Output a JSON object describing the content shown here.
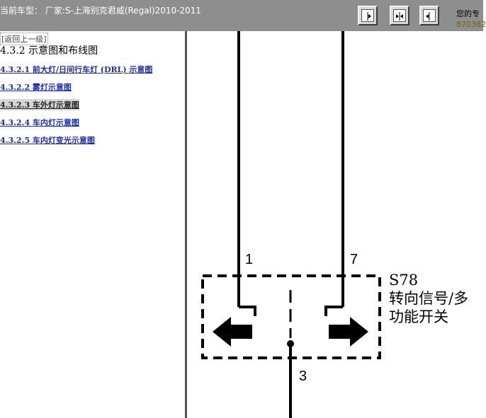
{
  "header": {
    "car_title": "当前车型： 厂家:S-上海别克君威(Regal)2010-2011",
    "expert_line1": "您的专",
    "expert_line2": "870382"
  },
  "toolbar": {
    "buttons": [
      {
        "icon": "pane-collapse-left-icon"
      },
      {
        "icon": "pane-expand-icon"
      },
      {
        "icon": "pane-collapse-right-icon"
      }
    ]
  },
  "sidebar": {
    "back_label": "[返回上一级]",
    "section_title": "4.3.2 示意图和布线图",
    "items": [
      {
        "label": "4.3.2.1 前大灯/日间行车灯 (DRL) 示意图",
        "active": false
      },
      {
        "label": "4.3.2.2 雾灯示意图",
        "active": false
      },
      {
        "label": "4.3.2.3 车外灯示意图",
        "active": true
      },
      {
        "label": "4.3.2.4 车内灯示意图",
        "active": false
      },
      {
        "label": "4.3.2.5 车内灯变光示意图",
        "active": false
      }
    ]
  },
  "diagram": {
    "pins": {
      "left": "1",
      "right": "7",
      "bottom": "3"
    },
    "component_id": "S78",
    "component_name": "转向信号/多功能开关"
  }
}
